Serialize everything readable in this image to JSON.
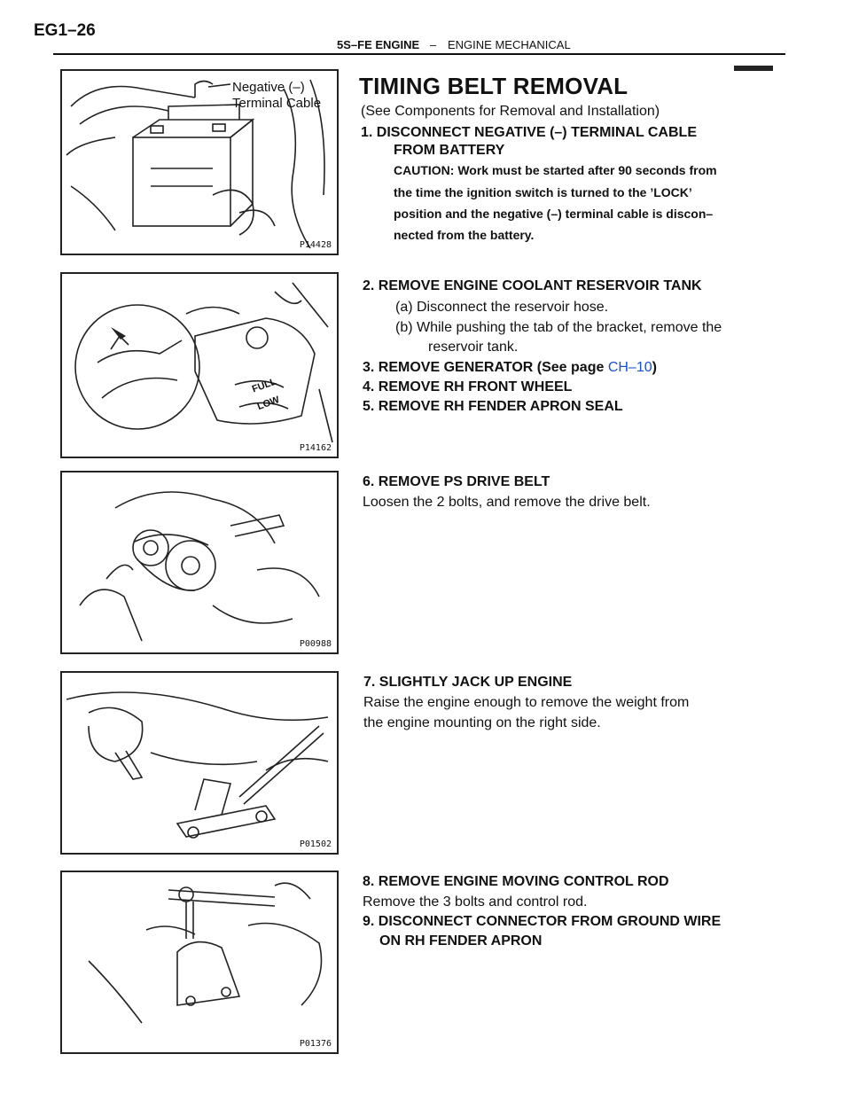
{
  "header": {
    "page_id": "EG1–26",
    "engine": "5S–FE ENGINE",
    "separator": "–",
    "section": "ENGINE MECHANICAL"
  },
  "title": "TIMING BELT REMOVAL",
  "intro": "(See Components for Removal and Installation)",
  "steps": {
    "s1_line1": "1. DISCONNECT NEGATIVE (–) TERMINAL CABLE",
    "s1_line2": "FROM BATTERY",
    "caution": [
      "CAUTION: Work must be started after 90 seconds from",
      "the time the ignition switch is turned to the ’LOCK’",
      "position and the negative (–) terminal cable is discon–",
      "nected from the battery."
    ],
    "s2": "2. REMOVE ENGINE COOLANT RESERVOIR TANK",
    "s2a": "(a) Disconnect the reservoir hose.",
    "s2b_line1": "(b) While pushing the tab of the bracket, remove the",
    "s2b_line2": "reservoir tank.",
    "s3_prefix": "3. REMOVE GENERATOR (See page ",
    "s3_link": "CH–10",
    "s3_suffix": ")",
    "s4": "4. REMOVE RH FRONT WHEEL",
    "s5": "5. REMOVE RH FENDER APRON SEAL",
    "s6": "6. REMOVE PS DRIVE BELT",
    "s6_text": "Loosen the 2 bolts, and remove the drive belt.",
    "s7": "7. SLIGHTLY JACK UP ENGINE",
    "s7_line1": "Raise the engine enough to remove the weight from",
    "s7_line2": "the engine mounting on the right side.",
    "s8": "8. REMOVE ENGINE MOVING CONTROL ROD",
    "s8_text": "Remove the 3 bolts and control rod.",
    "s9_line1": "9. DISCONNECT CONNECTOR FROM GROUND WIRE",
    "s9_line2": "ON RH FENDER APRON"
  },
  "figures": {
    "fig1_code": "P14428",
    "fig1_label1": "Negative (–)",
    "fig1_label2": "Terminal Cable",
    "fig2_code": "P14162",
    "fig2_full": "FULL",
    "fig2_low": "LOW",
    "fig3_code": "P00988",
    "fig4_code": "P01502",
    "fig5_code": "P01376"
  }
}
